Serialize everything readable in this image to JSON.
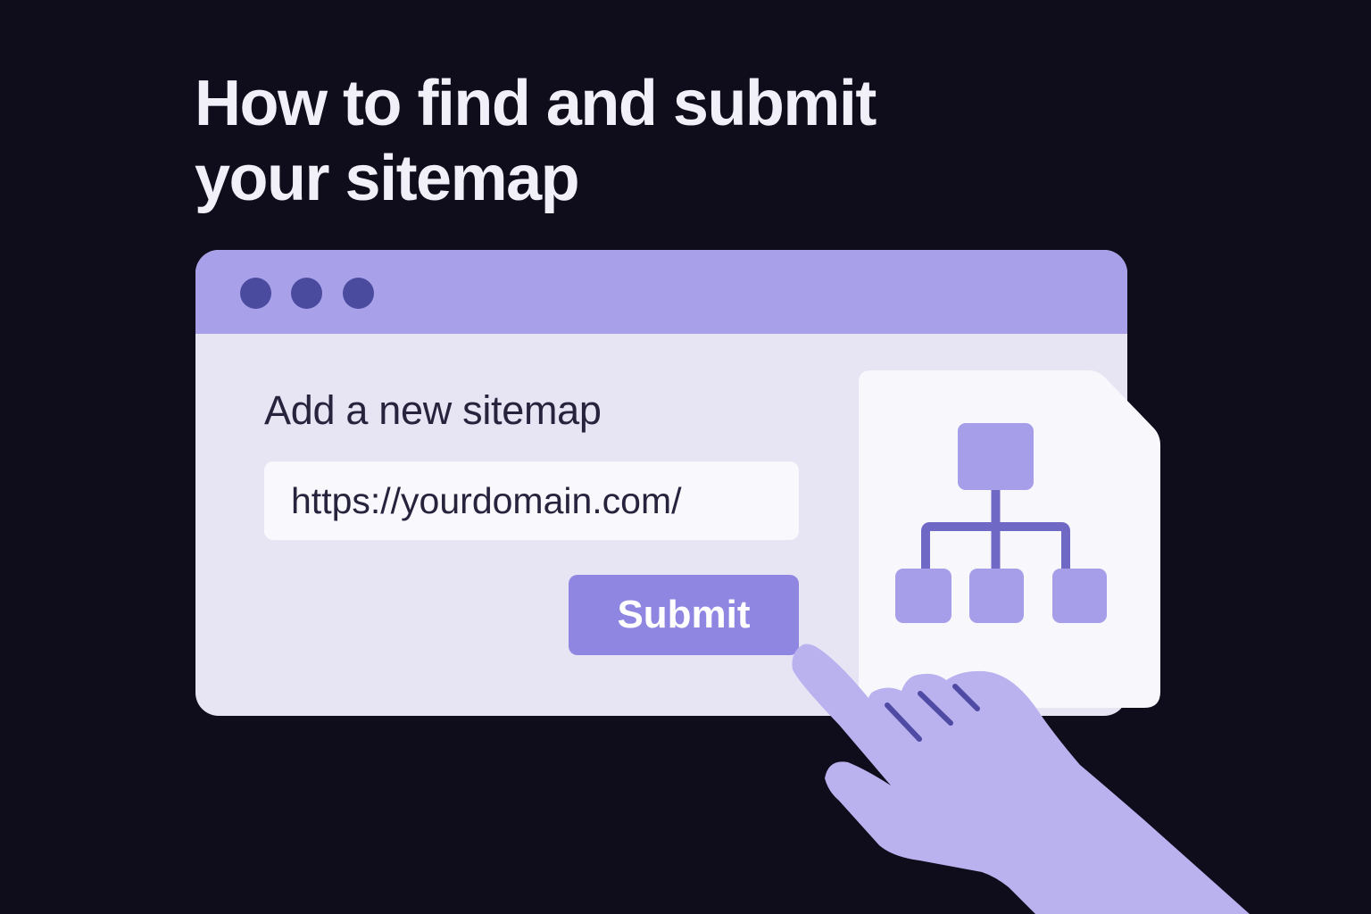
{
  "headline": {
    "line1": "How to find and submit",
    "line2": "your sitemap"
  },
  "window": {
    "titlebar_dots": [
      "window-dot-1",
      "window-dot-2",
      "window-dot-3"
    ],
    "form": {
      "title": "Add a new sitemap",
      "url_input": {
        "value": "https://yourdomain.com/"
      },
      "submit_label": "Submit"
    }
  },
  "illustrations": {
    "document_icon": "sitemap-tree-icon",
    "hand": "pointing-hand-icon"
  },
  "colors": {
    "background": "#0f0c1b",
    "headline_text": "#f1eff8",
    "titlebar": "#a8a1ea",
    "window_body": "#e7e4f4",
    "dots": "#4a4a9e",
    "input_bg": "#f9f8fd",
    "button": "#8f86e2",
    "tree_node": "#a69ee8",
    "tree_line": "#6f68c4",
    "hand": "#bab2ef"
  }
}
